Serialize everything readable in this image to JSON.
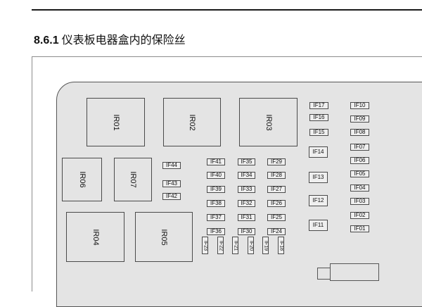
{
  "section": {
    "number": "8.6.1",
    "title": "仪表板电器盒内的保险丝"
  },
  "relays": [
    {
      "key": "IR01",
      "label": "IR01"
    },
    {
      "key": "IR02",
      "label": "IR02"
    },
    {
      "key": "IR03",
      "label": "IR03"
    },
    {
      "key": "IR06",
      "label": "IR06"
    },
    {
      "key": "IR07",
      "label": "IR07"
    },
    {
      "key": "IR04",
      "label": "IR04"
    },
    {
      "key": "IR05",
      "label": "IR05"
    }
  ],
  "fuses": [
    "IF10",
    "IF09",
    "IF08",
    "IF07",
    "IF06",
    "IF05",
    "IF04",
    "IF03",
    "IF02",
    "IF01",
    "IF17",
    "IF16",
    "IF15",
    "IF14",
    "IF13",
    "IF12",
    "IF11",
    "IF29",
    "IF28",
    "IF27",
    "IF26",
    "IF25",
    "IF24",
    "IF35",
    "IF34",
    "IF33",
    "IF32",
    "IF31",
    "IF30",
    "IF41",
    "IF40",
    "IF39",
    "IF38",
    "IF37",
    "IF36",
    "IF44",
    "IF43",
    "IF42",
    "IF23",
    "IF22",
    "IF21",
    "IF20",
    "IF19",
    "IF18"
  ]
}
